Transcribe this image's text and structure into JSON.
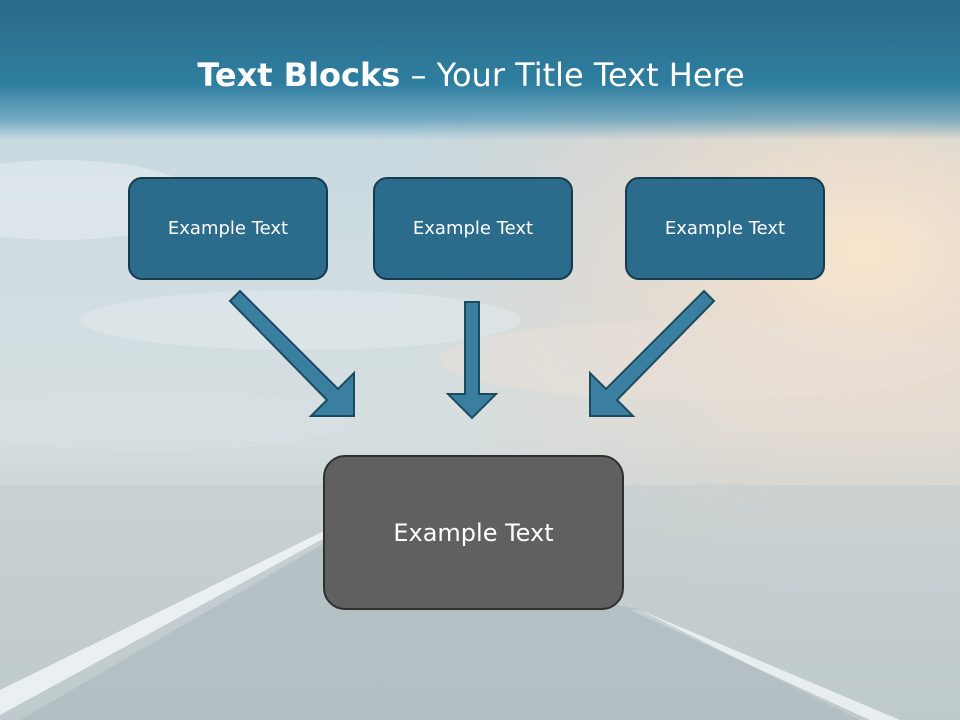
{
  "title": {
    "bold": "Text Blocks",
    "separator": " – ",
    "rest": "Your Title Text Here"
  },
  "boxes": {
    "left": "Example Text",
    "center": "Example Text",
    "right": "Example Text",
    "bottom": "Example Text"
  },
  "colors": {
    "header": "#2f7ea0",
    "top_box_fill": "#2b6b8b",
    "top_box_border": "#163b4e",
    "bottom_box_fill": "#606060",
    "arrow_fill": "#3a7fa0"
  }
}
